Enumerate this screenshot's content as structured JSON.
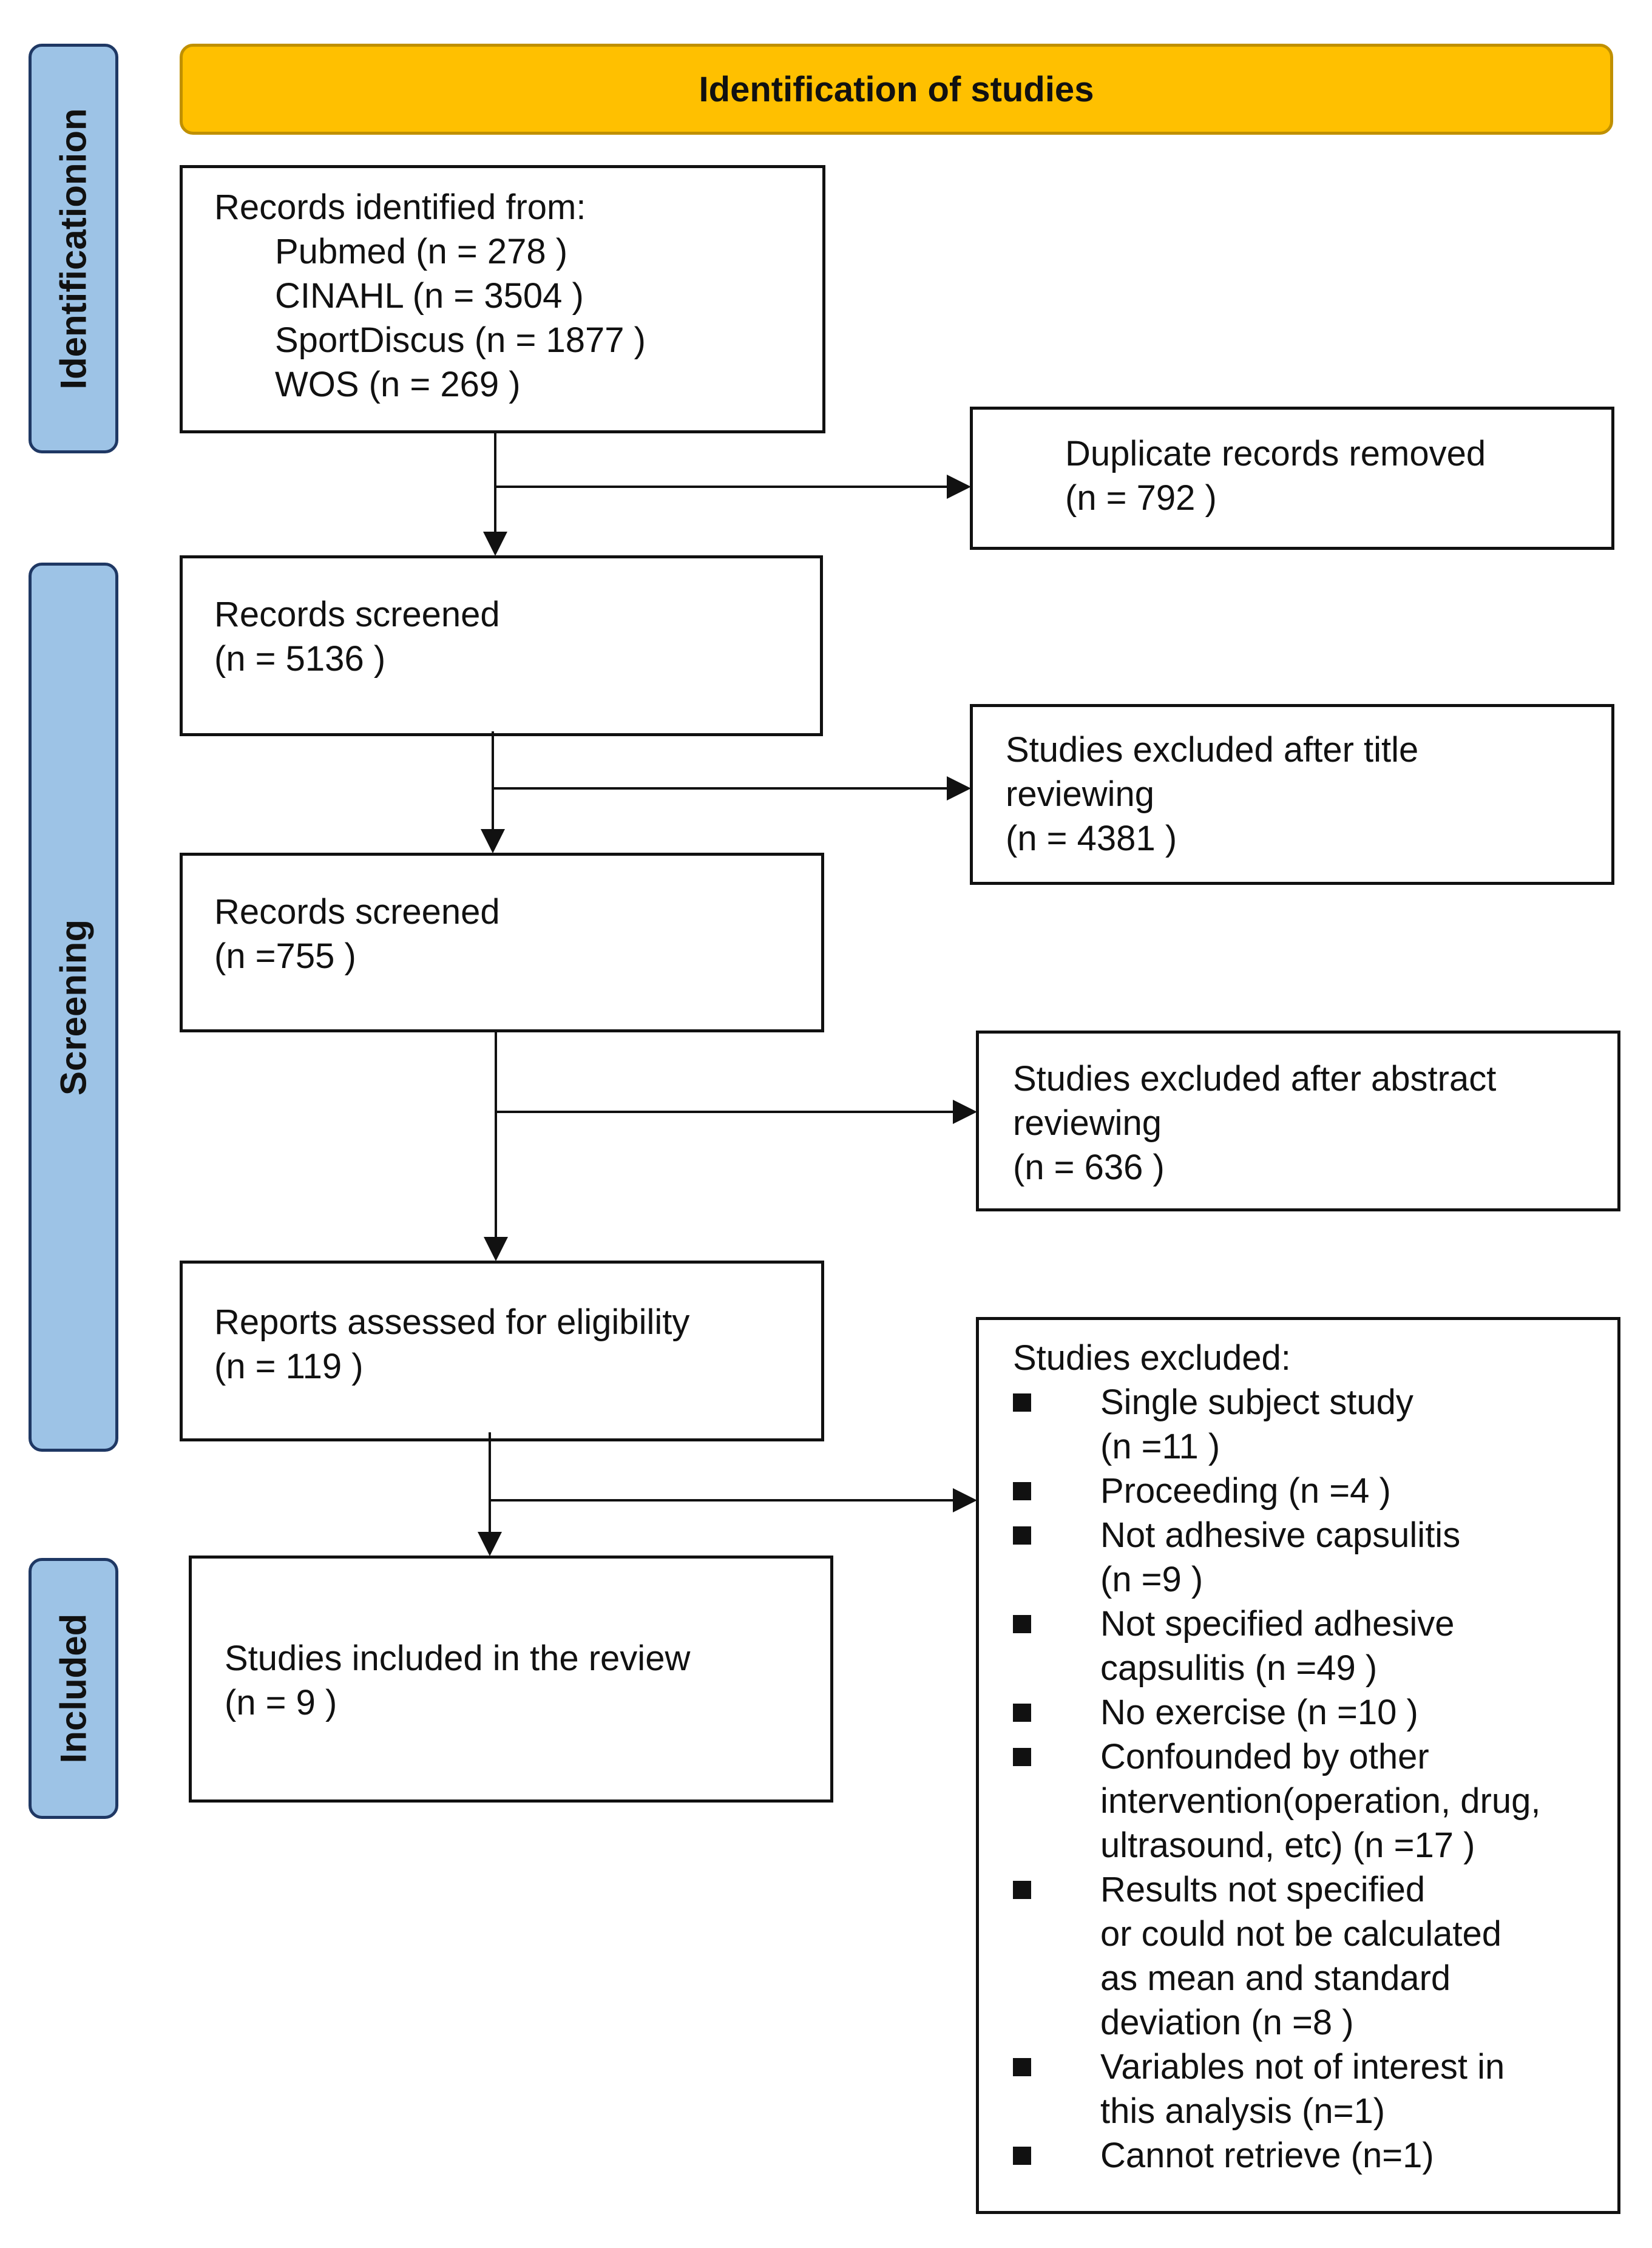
{
  "phases": {
    "identification": "Identificationion",
    "screening": "Screening",
    "included": "Included"
  },
  "banner": "Identification of studies",
  "records_identified": {
    "heading": "Records identified from:",
    "sources": [
      "Pubmed (n = 278 )",
      "CINAHL (n = 3504 )",
      "SportDiscus (n = 1877 )",
      "WOS (n = 269 )"
    ]
  },
  "duplicates": {
    "label": "Duplicate records removed",
    "count": "(n = 792  )"
  },
  "screened_1": {
    "label": "Records screened",
    "count": "(n = 5136 )"
  },
  "excluded_title": {
    "label_1": "Studies excluded after title",
    "label_2": "reviewing",
    "count": "(n = 4381 )"
  },
  "screened_2": {
    "label": "Records screened",
    "count": "(n =755 )"
  },
  "excluded_abstract": {
    "label_1": "Studies excluded after abstract",
    "label_2": "reviewing",
    "count": "(n = 636 )"
  },
  "eligibility": {
    "label": "Reports assessed for eligibility",
    "count": "(n = 119 )"
  },
  "included_studies": {
    "label": "Studies included in the review",
    "count": "(n = 9 )"
  },
  "studies_excluded": {
    "heading": "Studies excluded:",
    "items": [
      "Single subject study\n(n =11 )",
      "Proceeding (n =4 )",
      "Not adhesive capsulitis\n(n =9 )",
      "Not specified adhesive\ncapsulitis (n =49 )",
      "No exercise (n =10 )",
      "Confounded by other\nintervention(operation, drug,\nultrasound, etc) (n =17 )",
      "Results not specified\nor could not be calculated\nas mean and standard\ndeviation (n =8 )",
      "Variables not of interest in\nthis analysis (n=1)",
      "Cannot retrieve (n=1)"
    ]
  },
  "colors": {
    "banner_fill": "#ffc000",
    "phase_fill": "#9dc3e6",
    "phase_border": "#1f3864",
    "line": "#111111"
  }
}
